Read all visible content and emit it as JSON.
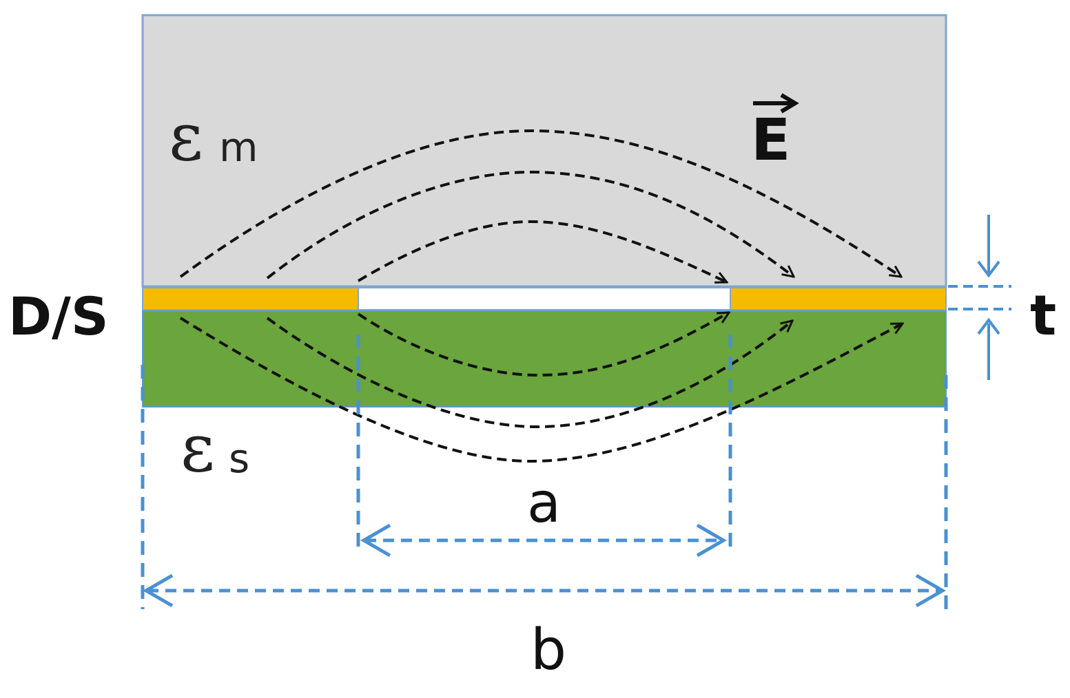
{
  "labels": {
    "eps_m_symbol": "ε",
    "eps_m_sub": "m",
    "eps_s_symbol": "ε",
    "eps_s_sub": "s",
    "field": "E",
    "electrode": "D/S",
    "thickness": "t",
    "gap": "a",
    "width": "b"
  },
  "colors": {
    "medium": "#d9d9d9",
    "substrate": "#6aa53d",
    "electrode": "#f5bb00",
    "dimension_lines": "#4a90d2",
    "field_lines": "#111111",
    "text": "#111111"
  },
  "icons": {
    "field_arrow": "vector-arrow-icon"
  }
}
